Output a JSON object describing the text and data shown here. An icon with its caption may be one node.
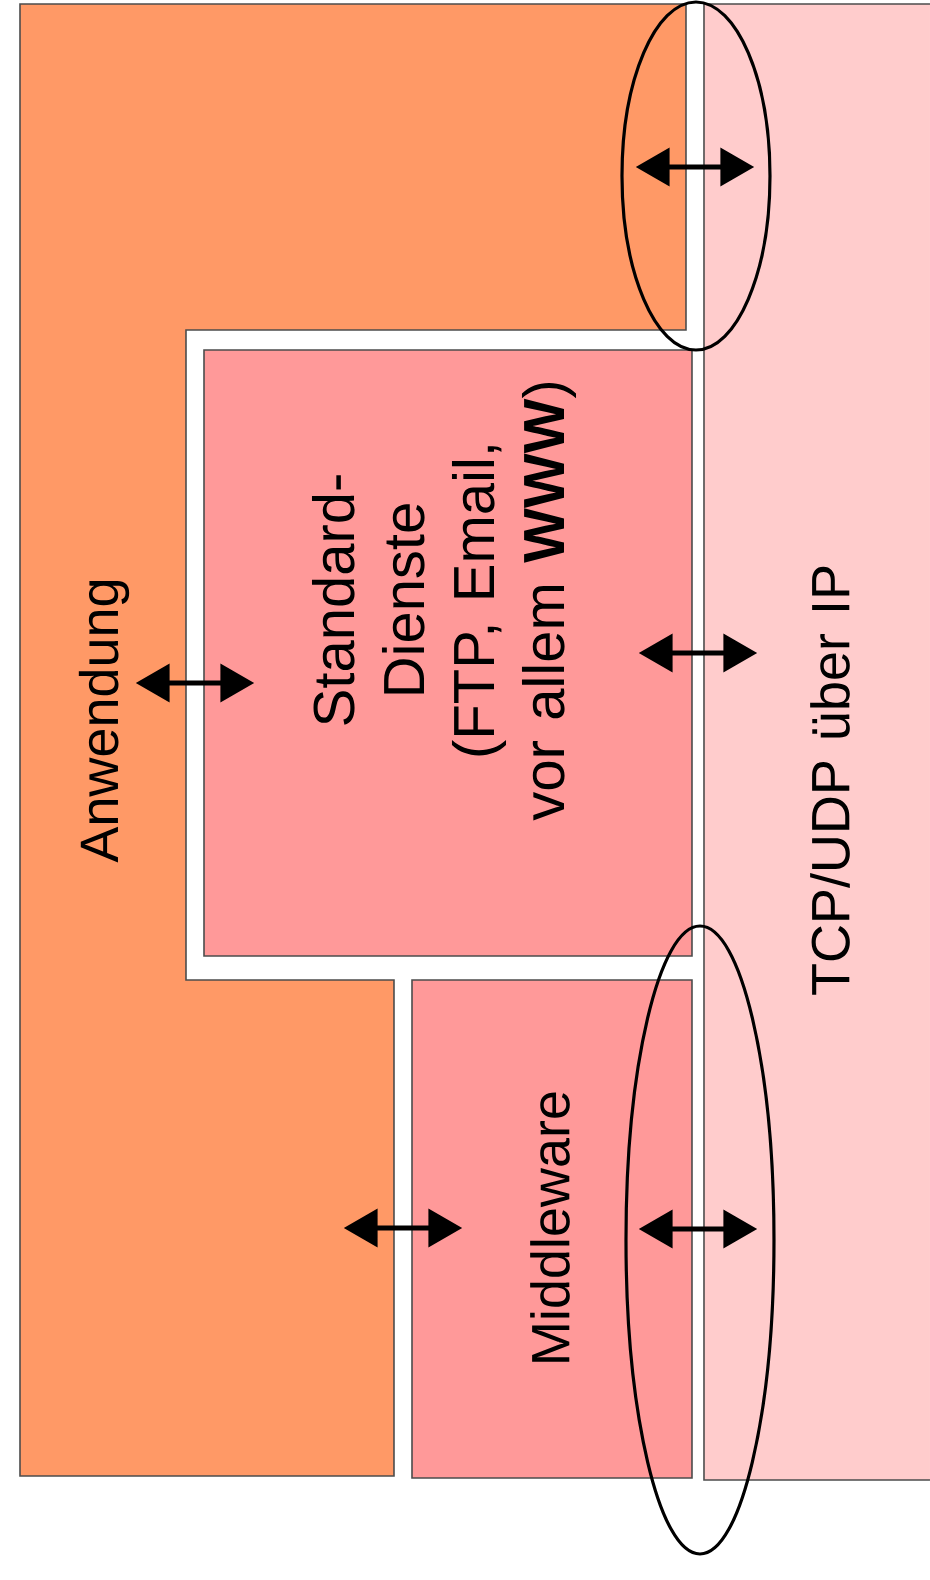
{
  "diagram": {
    "nodes": [
      {
        "text": [
          "Anwendung"
        ]
      },
      {
        "text": [
          "Standard- Dienste (FTP, Email, vor allem **WWW**)"
        ]
      },
      {
        "text": [
          "Middleware"
        ]
      },
      {
        "text": [
          "TCP/UDP über IP"
        ]
      }
    ],
    "edges": [
      {
        "from": 0,
        "to": 3,
        "arrow": "both"
      },
      {
        "from": 0,
        "to": 1,
        "arrow": "both"
      },
      {
        "from": 1,
        "to": 3,
        "arrow": "both"
      },
      {
        "from": 0,
        "to": 2,
        "arrow": "both"
      },
      {
        "from": 2,
        "to": 3,
        "arrow": "both"
      }
    ]
  }
}
